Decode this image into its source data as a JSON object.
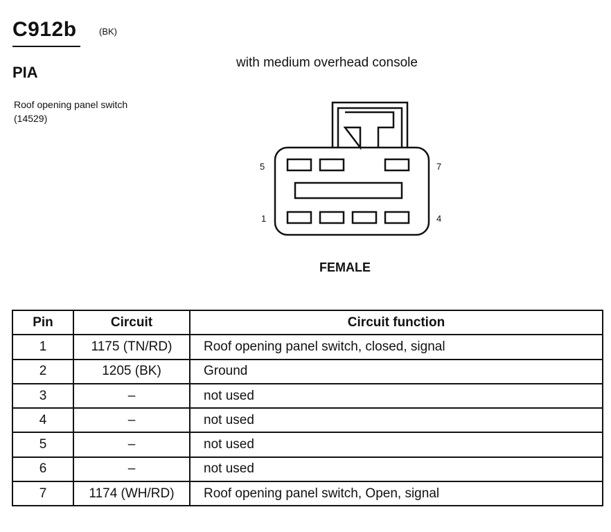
{
  "connector": {
    "id": "C912b",
    "color": "(BK)",
    "location": "PIA",
    "description": "Roof opening panel switch (14529)",
    "variant": "with medium overhead console",
    "gender": "FEMALE",
    "pin_labels": {
      "top_left": "5",
      "top_right": "7",
      "bottom_left": "1",
      "bottom_right": "4"
    }
  },
  "table": {
    "headers": [
      "Pin",
      "Circuit",
      "Circuit function"
    ],
    "rows": [
      [
        "1",
        "1175 (TN/RD)",
        "Roof opening panel switch, closed, signal"
      ],
      [
        "2",
        "1205 (BK)",
        "Ground"
      ],
      [
        "3",
        "–",
        "not used"
      ],
      [
        "4",
        "–",
        "not used"
      ],
      [
        "5",
        "–",
        "not used"
      ],
      [
        "6",
        "–",
        "not used"
      ],
      [
        "7",
        "1174 (WH/RD)",
        "Roof opening panel switch, Open, signal"
      ]
    ]
  }
}
